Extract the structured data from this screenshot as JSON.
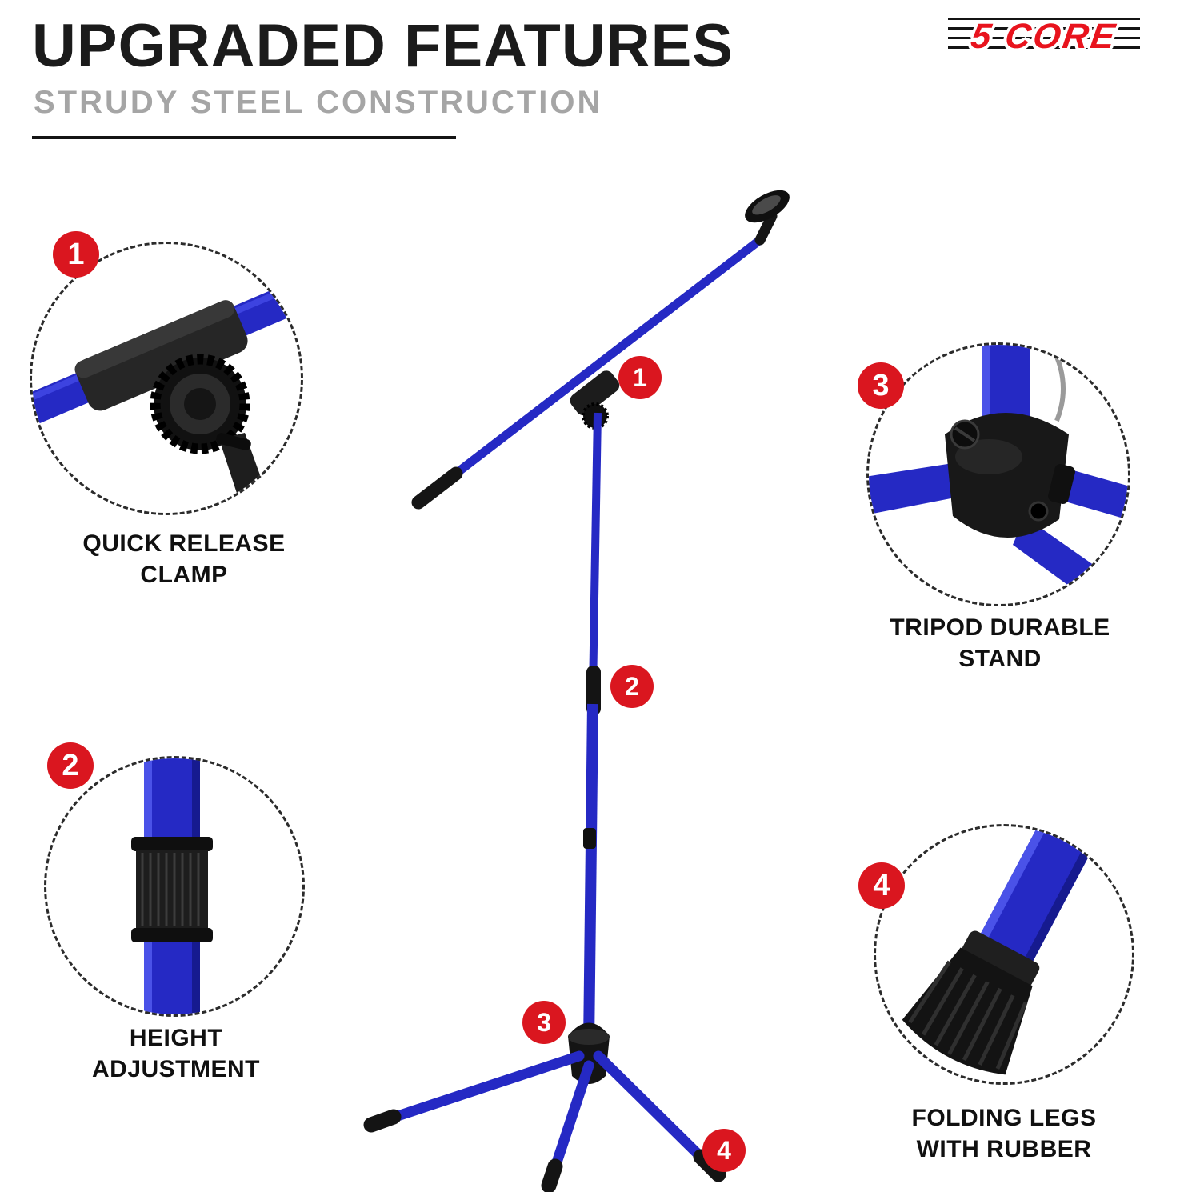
{
  "header": {
    "title": "UPGRADED FEATURES",
    "subtitle": "STRUDY STEEL CONSTRUCTION"
  },
  "brand": {
    "name": "5 CORE"
  },
  "callouts": [
    {
      "number": "1",
      "label": "QUICK RELEASE CLAMP"
    },
    {
      "number": "2",
      "label": "HEIGHT ADJUSTMENT"
    },
    {
      "number": "3",
      "label": "TRIPOD DURABLE STAND"
    },
    {
      "number": "4",
      "label": "FOLDING LEGS WITH RUBBER"
    }
  ],
  "stand_markers": [
    {
      "number": "1"
    },
    {
      "number": "2"
    },
    {
      "number": "3"
    },
    {
      "number": "4"
    }
  ],
  "colors": {
    "accent_red": "#da161f",
    "pole_blue": "#2529c4",
    "dark": "#1a1a1a",
    "subtitle_gray": "#a5a5a5",
    "brand_red": "#e8131d"
  }
}
